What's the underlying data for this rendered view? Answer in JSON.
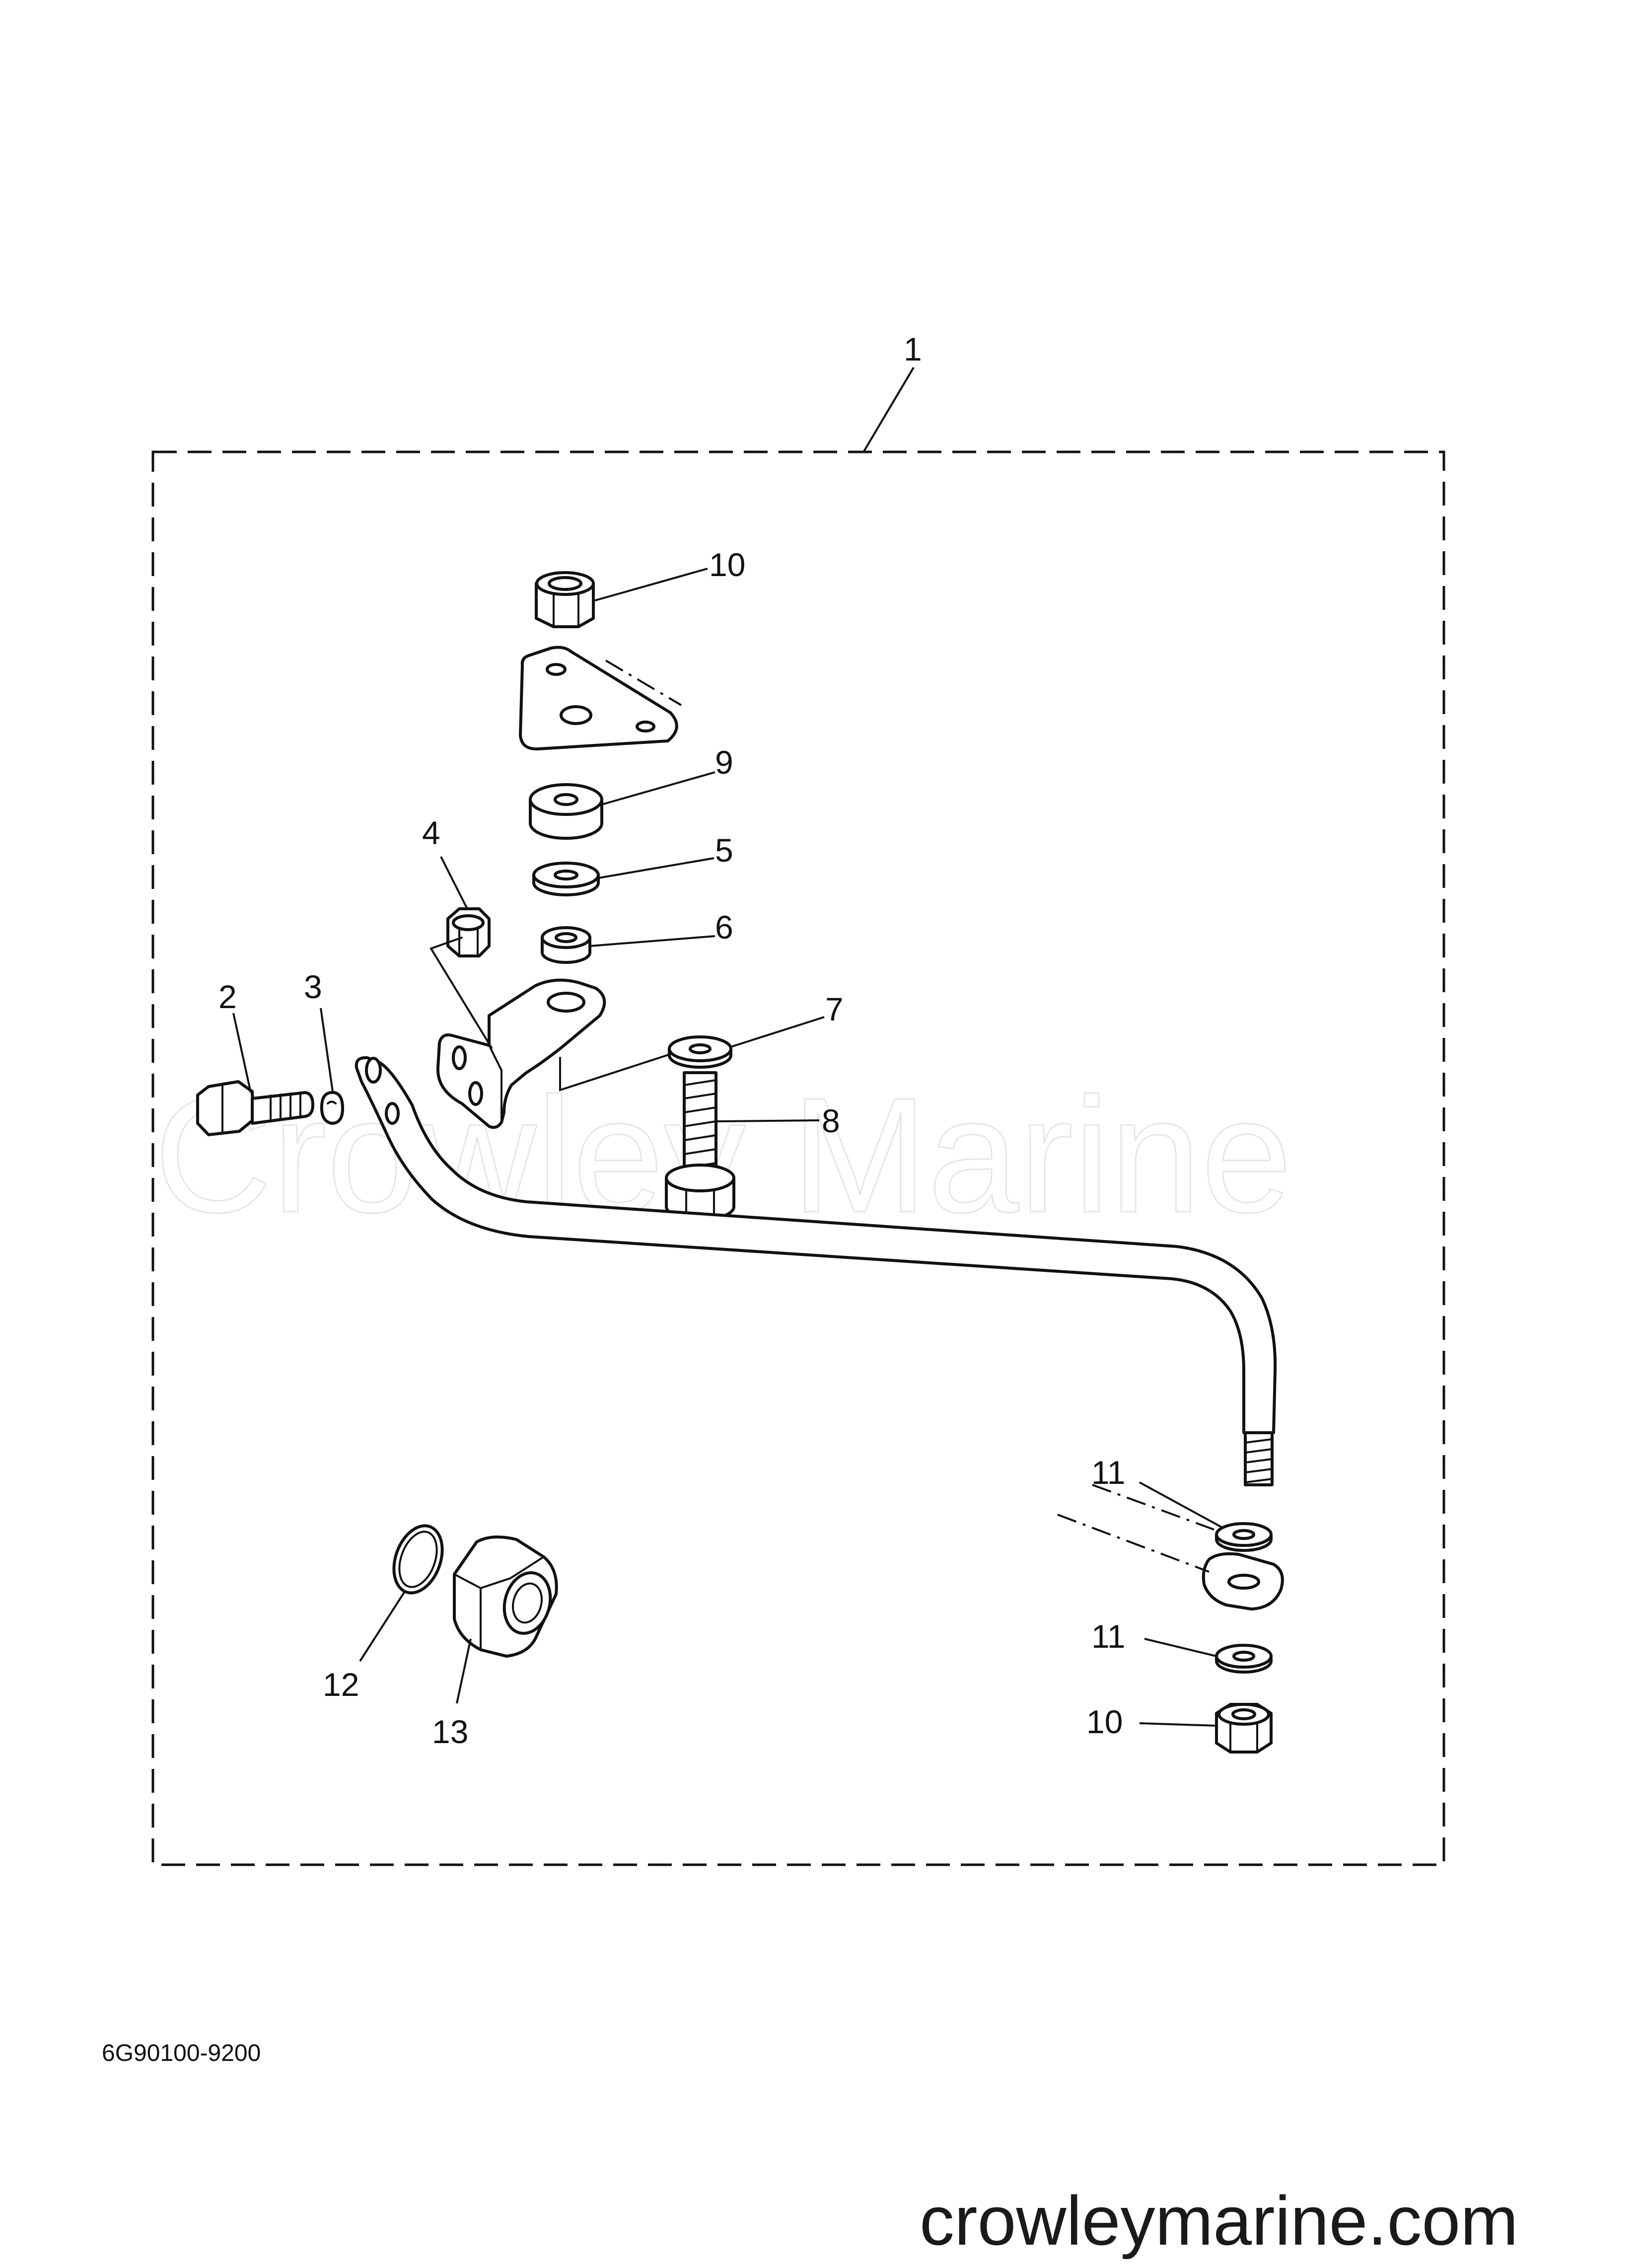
{
  "diagram": {
    "callouts": {
      "assembly": "1",
      "bolt": "2",
      "clip": "3",
      "nut_small": "4",
      "washer_5": "5",
      "collar_6": "6",
      "washer_7": "7",
      "bolt_8": "8",
      "spacer_9": "9",
      "nut_top": "10",
      "nut_bottom": "10",
      "washer_11_top": "11",
      "washer_11_bottom": "11",
      "o_ring": "12",
      "joint_nut": "13"
    },
    "part_code": "6G90100-9200",
    "watermark": "Crowley Marine",
    "website": "crowleymarine.com"
  }
}
